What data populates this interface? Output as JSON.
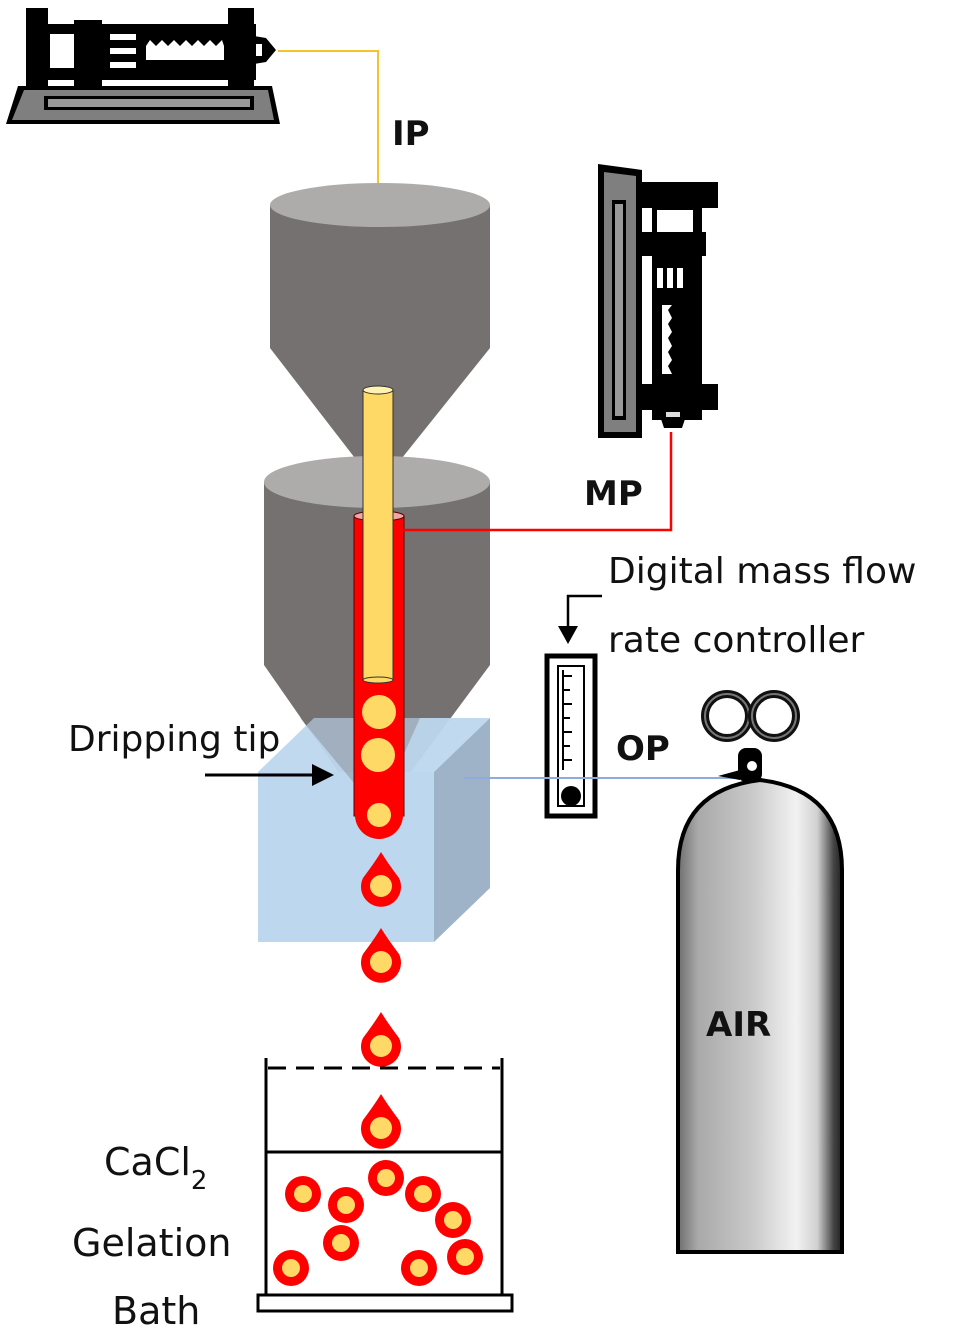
{
  "figure": {
    "type": "Coaxial air-assisted dripping setup for core-shell bead fabrication",
    "labels": {
      "inner_pump": "IP",
      "middle_pump": "MP",
      "outer_pump": "OP",
      "flow_controller_line1": "Digital mass flow",
      "flow_controller_line2": "rate controller",
      "dripping_tip": "Dripping tip",
      "bath_line1_main": "CaCl",
      "bath_line1_sub": "2",
      "bath_line2": "Gelation",
      "bath_line3": "Bath",
      "cylinder": "AIR"
    },
    "colors": {
      "inner_fluid": "#ffd966",
      "shell_fluid": "#ff0000",
      "nozzle_body": "#767171",
      "nozzle_top": "#aeabab",
      "air_chamber": "#bdd7ee",
      "air_line": "#8faadc",
      "pump_body": "#000000",
      "pump_base": "#808080"
    },
    "falling_droplets": 4,
    "beads_in_bath": 10
  }
}
